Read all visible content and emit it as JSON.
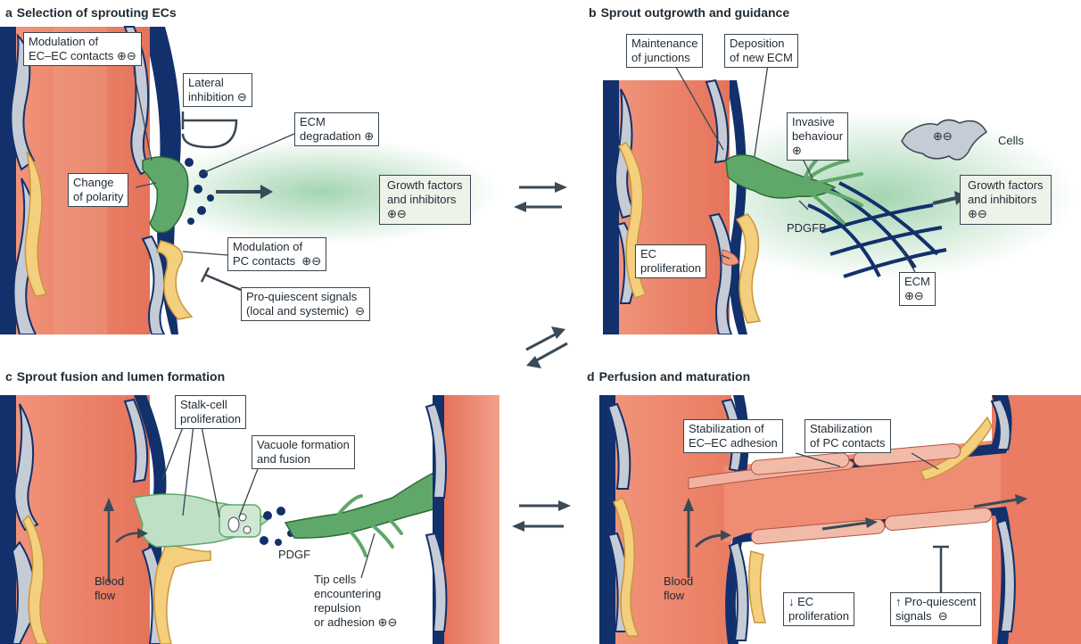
{
  "panels": {
    "a": {
      "letter": "a",
      "title": "Selection of sprouting ECs",
      "labels": {
        "ec_contacts": "Modulation of\nEC–EC contacts ⊕⊖",
        "lateral": "Lateral\ninhibition ⊖",
        "ecm_degradation": "ECM\ndegradation ⊕",
        "polarity": "Change\nof polarity",
        "growth_factors": "Growth factors\nand inhibitors\n⊕⊖",
        "pc_contacts": "Modulation of\nPC contacts  ⊕⊖",
        "pro_quiescent": "Pro-quiescent signals\n(local and systemic)  ⊖"
      }
    },
    "b": {
      "letter": "b",
      "title": "Sprout outgrowth and guidance",
      "labels": {
        "junctions": "Maintenance\nof junctions",
        "deposition": "Deposition\nof new ECM",
        "invasive": "Invasive\nbehaviour\n⊕",
        "cells_signs": "⊕⊖",
        "cells": "Cells",
        "growth_factors": "Growth factors\nand inhibitors\n⊕⊖",
        "pdgfb": "PDGFB",
        "ec_prolif": "EC\nproliferation",
        "ecm": "ECM\n⊕⊖"
      }
    },
    "c": {
      "letter": "c",
      "title": "Sprout fusion and lumen formation",
      "labels": {
        "stalk": "Stalk-cell\nproliferation",
        "vacuole": "Vacuole formation\nand fusion",
        "pdgf": "PDGF",
        "blood_flow": "Blood\nflow",
        "tip_cells": "Tip cells\nencountering\nrepulsion\nor adhesion ⊕⊖"
      }
    },
    "d": {
      "letter": "d",
      "title": "Perfusion and maturation",
      "labels": {
        "ec_adhesion": "Stabilization of\nEC–EC adhesion",
        "pc_contacts": "Stabilization\nof PC contacts",
        "blood_flow": "Blood\nflow",
        "ec_prolif": "↓ EC\nproliferation",
        "pro_quiescent": "↑ Pro-quiescent\nsignals  ⊖"
      }
    }
  },
  "colors": {
    "vessel_red": "#e9826b",
    "vessel_light": "#f3b6a2",
    "dark_blue": "#12306b",
    "grey_cell": "#c5ccd6",
    "yellow_pc": "#f4cf7e",
    "green_tip": "#5fa86a",
    "green_glow": "#bfe0c4",
    "pink_ec": "#f0b3a2",
    "arrow": "#3a4a57"
  }
}
